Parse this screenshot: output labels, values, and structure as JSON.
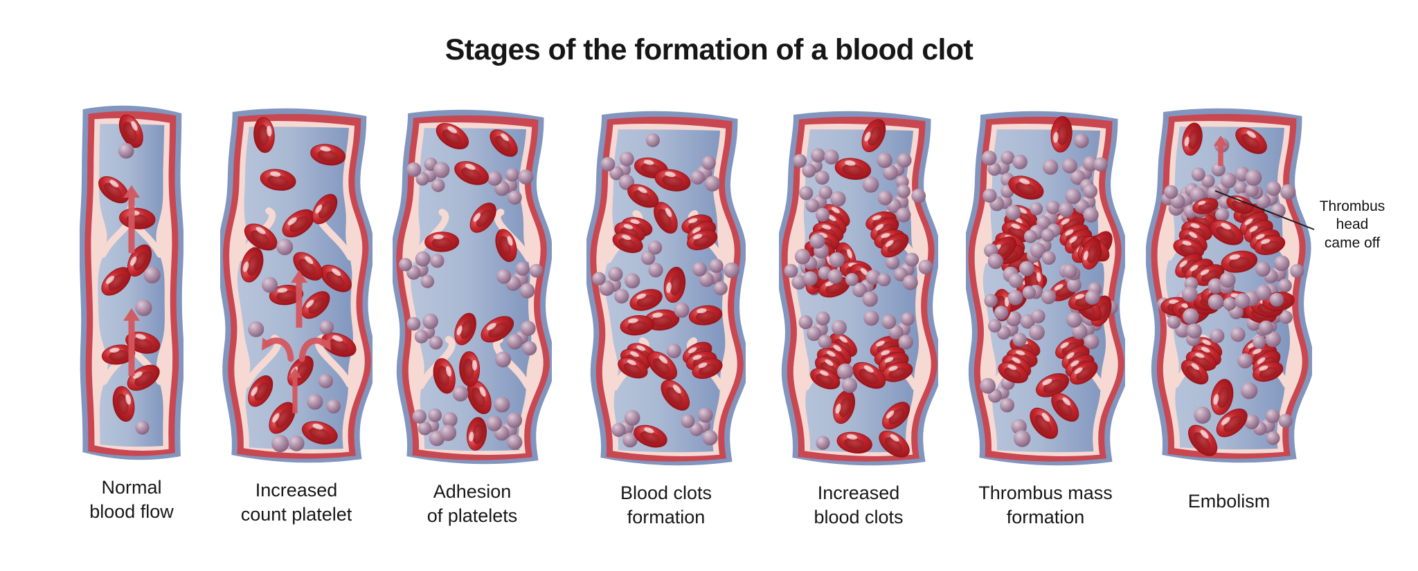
{
  "title": "Stages of the formation of a blood clot",
  "annotation": {
    "line1": "Thrombus",
    "line2": "head",
    "line3": "came off"
  },
  "stages": [
    {
      "id": "normal-blood-flow",
      "label": "Normal\nblood flow"
    },
    {
      "id": "increased-count-platelet",
      "label": "Increased\ncount platelet"
    },
    {
      "id": "adhesion-of-platelets",
      "label": "Adhesion\nof platelets"
    },
    {
      "id": "blood-clots-formation",
      "label": "Blood clots\nformation"
    },
    {
      "id": "increased-blood-clots",
      "label": "Increased\nblood clots"
    },
    {
      "id": "thrombus-mass-formation",
      "label": "Thrombus mass\nformation"
    },
    {
      "id": "embolism",
      "label": "Embolism"
    }
  ],
  "colors": {
    "background": "#ffffff",
    "text": "#161616",
    "vessel_outer": "#8295be",
    "vessel_wall": "#c84750",
    "vessel_lining": "#f7d9d3",
    "lumen_light": "#b7c4db",
    "lumen_mid": "#aab9d3",
    "lumen_dark": "#8196bf",
    "rbc_bright": "#c5272e",
    "rbc_dark": "#8f1016",
    "rbc_highlight": "#e8787c",
    "platelet_light": "#dccbd8",
    "platelet_mid": "#ab8aa4",
    "platelet_dark": "#795974",
    "arrow": "#d4565e",
    "annotation_line": "#1c1c1c"
  }
}
